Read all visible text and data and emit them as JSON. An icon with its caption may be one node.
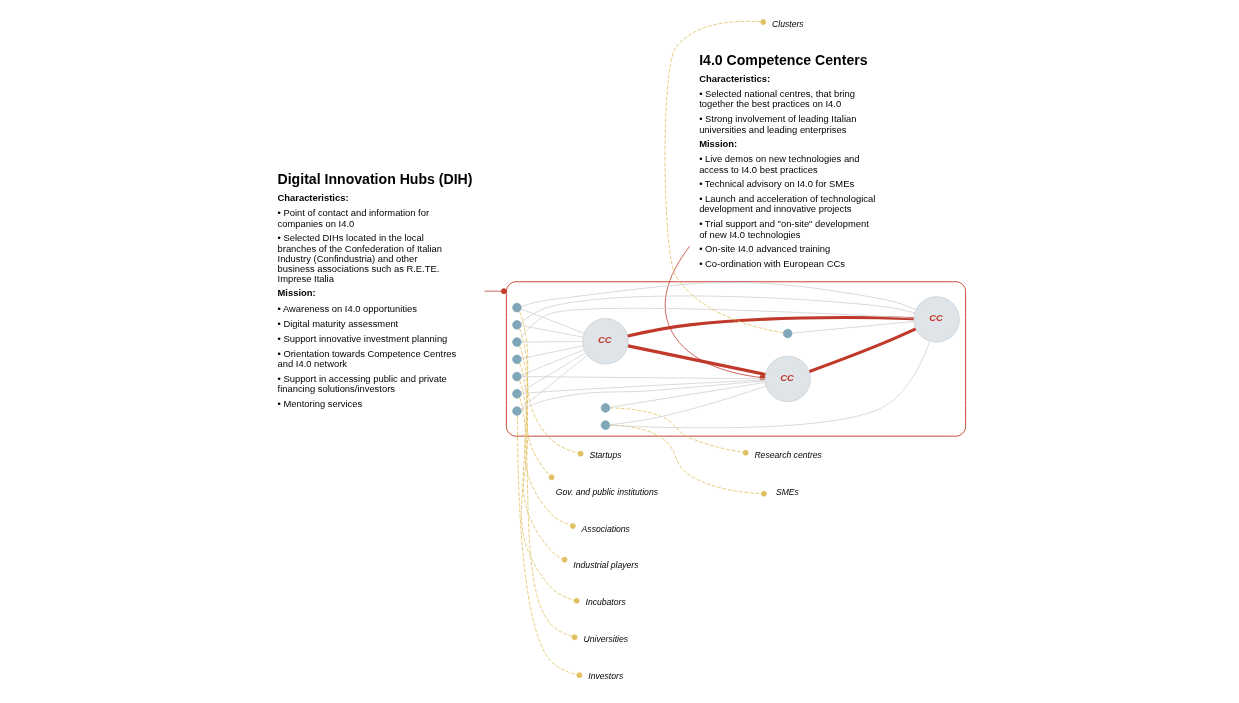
{
  "diagram": {
    "nodes": [
      {
        "text": [
          "Digital Innovation Hubs (DIH)",
          "Characteristics:",
          "• Point of contact and information for companies on I4.0",
          "• Selected DIHs located in the local branches of the Confederation of Italian Industry (Confindustria) and other business associations such as R.E.TE. Imprese Italia",
          "Mission:",
          "• Awareness on I4.0 opportunities",
          "• Digital maturity assessment",
          "• Support innovative investment planning",
          "• Orientation towards Competence Centres and I4.0 network",
          "• Support in accessing public and private financing solutions/investors",
          "• Mentoring services"
        ]
      },
      {
        "text": [
          "I4.0 Competence Centers",
          "Characteristics:",
          "• Selected national centres, that bring together the best practices on I4.0",
          "• Strong involvement of leading Italian universities and leading enterprises",
          "Mission:",
          "• Live demos on new technologies and access to I4.0 best practices",
          "• Technical advisory on I4.0 for SMEs",
          "• Launch and acceleration of technological development and innovative projects",
          "• Trial support and \"on-site\" development of new I4.0 technologies",
          "• On-site I4.0 advanced training",
          "• Co-ordination with European CCs"
        ]
      },
      {
        "text": [
          "Research centres"
        ]
      },
      {
        "text": [
          "Industrial players"
        ]
      },
      {
        "text": [
          "Startups"
        ]
      },
      {
        "text": [
          "Incubators"
        ]
      },
      {
        "text": [
          "SMEs"
        ]
      },
      {
        "text": [
          "Gov. and public institutions"
        ]
      },
      {
        "text": [
          "Universities"
        ]
      },
      {
        "text": [
          "Associations"
        ]
      },
      {
        "text": [
          "Clusters"
        ]
      },
      {
        "text": [
          "Investors"
        ]
      },
      {
        "text": [],
        "shape": "cloud"
      },
      {
        "text": [
          "CC"
        ],
        "in": 12
      },
      {
        "text": [
          "CC"
        ],
        "in": 12
      },
      {
        "text": [
          "CC"
        ],
        "in": 12
      },
      {
        "text": [],
        "shape": "circle",
        "in": 12
      },
      {
        "text": [],
        "shape": "circle",
        "in": 12
      },
      {
        "text": [],
        "shape": "circle",
        "in": 12
      },
      {
        "text": [],
        "shape": "circle",
        "in": 12
      },
      {
        "text": [],
        "shape": "circle",
        "in": 12
      },
      {
        "text": [],
        "shape": "circle",
        "in": 12
      },
      {
        "text": [],
        "shape": "circle",
        "in": 12
      },
      {
        "text": [],
        "shape": "circle",
        "in": 12
      },
      {
        "text": [],
        "shape": "circle",
        "in": 12
      },
      {
        "text": [],
        "shape": "circle",
        "in": 12
      }
    ],
    "edges": [
      {
        "from": 0,
        "to": 12,
        "arrow": "other",
        "color": "#c0392b"
      },
      {
        "from": 1,
        "to": 14,
        "arrow": "other",
        "color": "#c0392b"
      },
      {
        "from": 13,
        "to": 14,
        "arrow": "none",
        "style": "thick",
        "color": "#c0392b"
      },
      {
        "from": 13,
        "to": 15,
        "arrow": "none",
        "style": "thick",
        "color": "#c0392b"
      },
      {
        "from": 14,
        "to": 15,
        "arrow": "none",
        "style": "thick",
        "color": "#c0392b"
      },
      {
        "from": 16,
        "to": 2,
        "arrow": "other",
        "style": "dashed",
        "color": "#e0c060"
      },
      {
        "from": 17,
        "to": 3,
        "arrow": "other",
        "style": "dashed",
        "color": "#e0c060"
      },
      {
        "from": 18,
        "to": 4,
        "arrow": "other",
        "style": "dashed",
        "color": "#e0c060"
      },
      {
        "from": 19,
        "to": 5,
        "arrow": "other",
        "style": "dashed",
        "color": "#e0c060"
      },
      {
        "from": 20,
        "to": 6,
        "arrow": "other",
        "style": "dashed",
        "color": "#e0c060"
      },
      {
        "from": 21,
        "to": 7,
        "arrow": "other",
        "style": "dashed",
        "color": "#e0c060"
      },
      {
        "from": 22,
        "to": 8,
        "arrow": "other",
        "style": "dashed",
        "color": "#e0c060"
      },
      {
        "from": 23,
        "to": 9,
        "arrow": "other",
        "style": "dashed",
        "color": "#e0c060"
      },
      {
        "from": 24,
        "to": 10,
        "arrow": "other",
        "style": "dashed",
        "color": "#e0c060"
      },
      {
        "from": 25,
        "to": 11,
        "arrow": "other",
        "style": "dashed",
        "color": "#e0c060"
      },
      {
        "from": 16,
        "to": 14,
        "arrow": "none"
      },
      {
        "from": 17,
        "to": 13,
        "arrow": "none"
      },
      {
        "from": 18,
        "to": 13,
        "arrow": "none"
      },
      {
        "from": 18,
        "to": 15,
        "arrow": "none"
      },
      {
        "from": 19,
        "to": 13,
        "arrow": "none"
      },
      {
        "from": 19,
        "to": 14,
        "arrow": "none"
      },
      {
        "from": 20,
        "to": 14,
        "arrow": "none"
      },
      {
        "from": 20,
        "to": 15,
        "arrow": "none"
      },
      {
        "from": 21,
        "to": 13,
        "arrow": "none"
      },
      {
        "from": 21,
        "to": 15,
        "arrow": "none"
      },
      {
        "from": 22,
        "to": 14,
        "arrow": "none"
      },
      {
        "from": 22,
        "to": 13,
        "arrow": "none"
      },
      {
        "from": 23,
        "to": 15,
        "arrow": "none"
      },
      {
        "from": 23,
        "to": 13,
        "arrow": "none"
      },
      {
        "from": 24,
        "to": 15,
        "arrow": "none"
      },
      {
        "from": 25,
        "to": 14,
        "arrow": "none"
      },
      {
        "from": 25,
        "to": 13,
        "arrow": "none"
      }
    ]
  }
}
